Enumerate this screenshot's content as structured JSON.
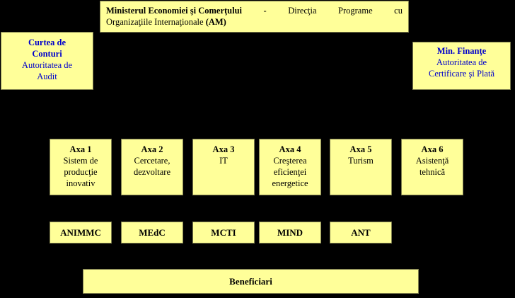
{
  "am": {
    "org": "Ministerul Economiei şi Comerţului",
    "dash": "-",
    "w1": "Direcţia",
    "w2": "Programe",
    "w3": "cu",
    "line2": "Organizaţiile Internaţionale",
    "tag": "(AM)"
  },
  "audit": {
    "title1": "Curtea de",
    "title2": "Conturi",
    "line1": "Autoritatea de",
    "line2": "Audit"
  },
  "cert": {
    "title": "Min. Finanţe",
    "line1": "Autoritatea de",
    "line2": "Certificare şi Plată"
  },
  "axes": [
    {
      "title": "Axa 1",
      "lines": [
        "Sistem de",
        "producţie",
        "inovativ"
      ]
    },
    {
      "title": "Axa 2",
      "lines": [
        "Cercetare,",
        "dezvoltare"
      ]
    },
    {
      "title": "Axa 3",
      "lines": [
        "IT"
      ]
    },
    {
      "title": "Axa 4",
      "lines": [
        "Creşterea",
        "eficienţei",
        "energetice"
      ]
    },
    {
      "title": "Axa 5",
      "lines": [
        "Turism"
      ]
    },
    {
      "title": "Axa 6",
      "lines": [
        "Asistenţă",
        "tehnică"
      ]
    }
  ],
  "intermediate_bodies": [
    "ANIMMC",
    "MEdC",
    "MCTI",
    "MIND",
    "ANT"
  ],
  "beneficiaries": "Beneficiari",
  "colors": {
    "box_fill": "#ffff99",
    "background": "#000000",
    "authority_text": "#0000cc"
  }
}
